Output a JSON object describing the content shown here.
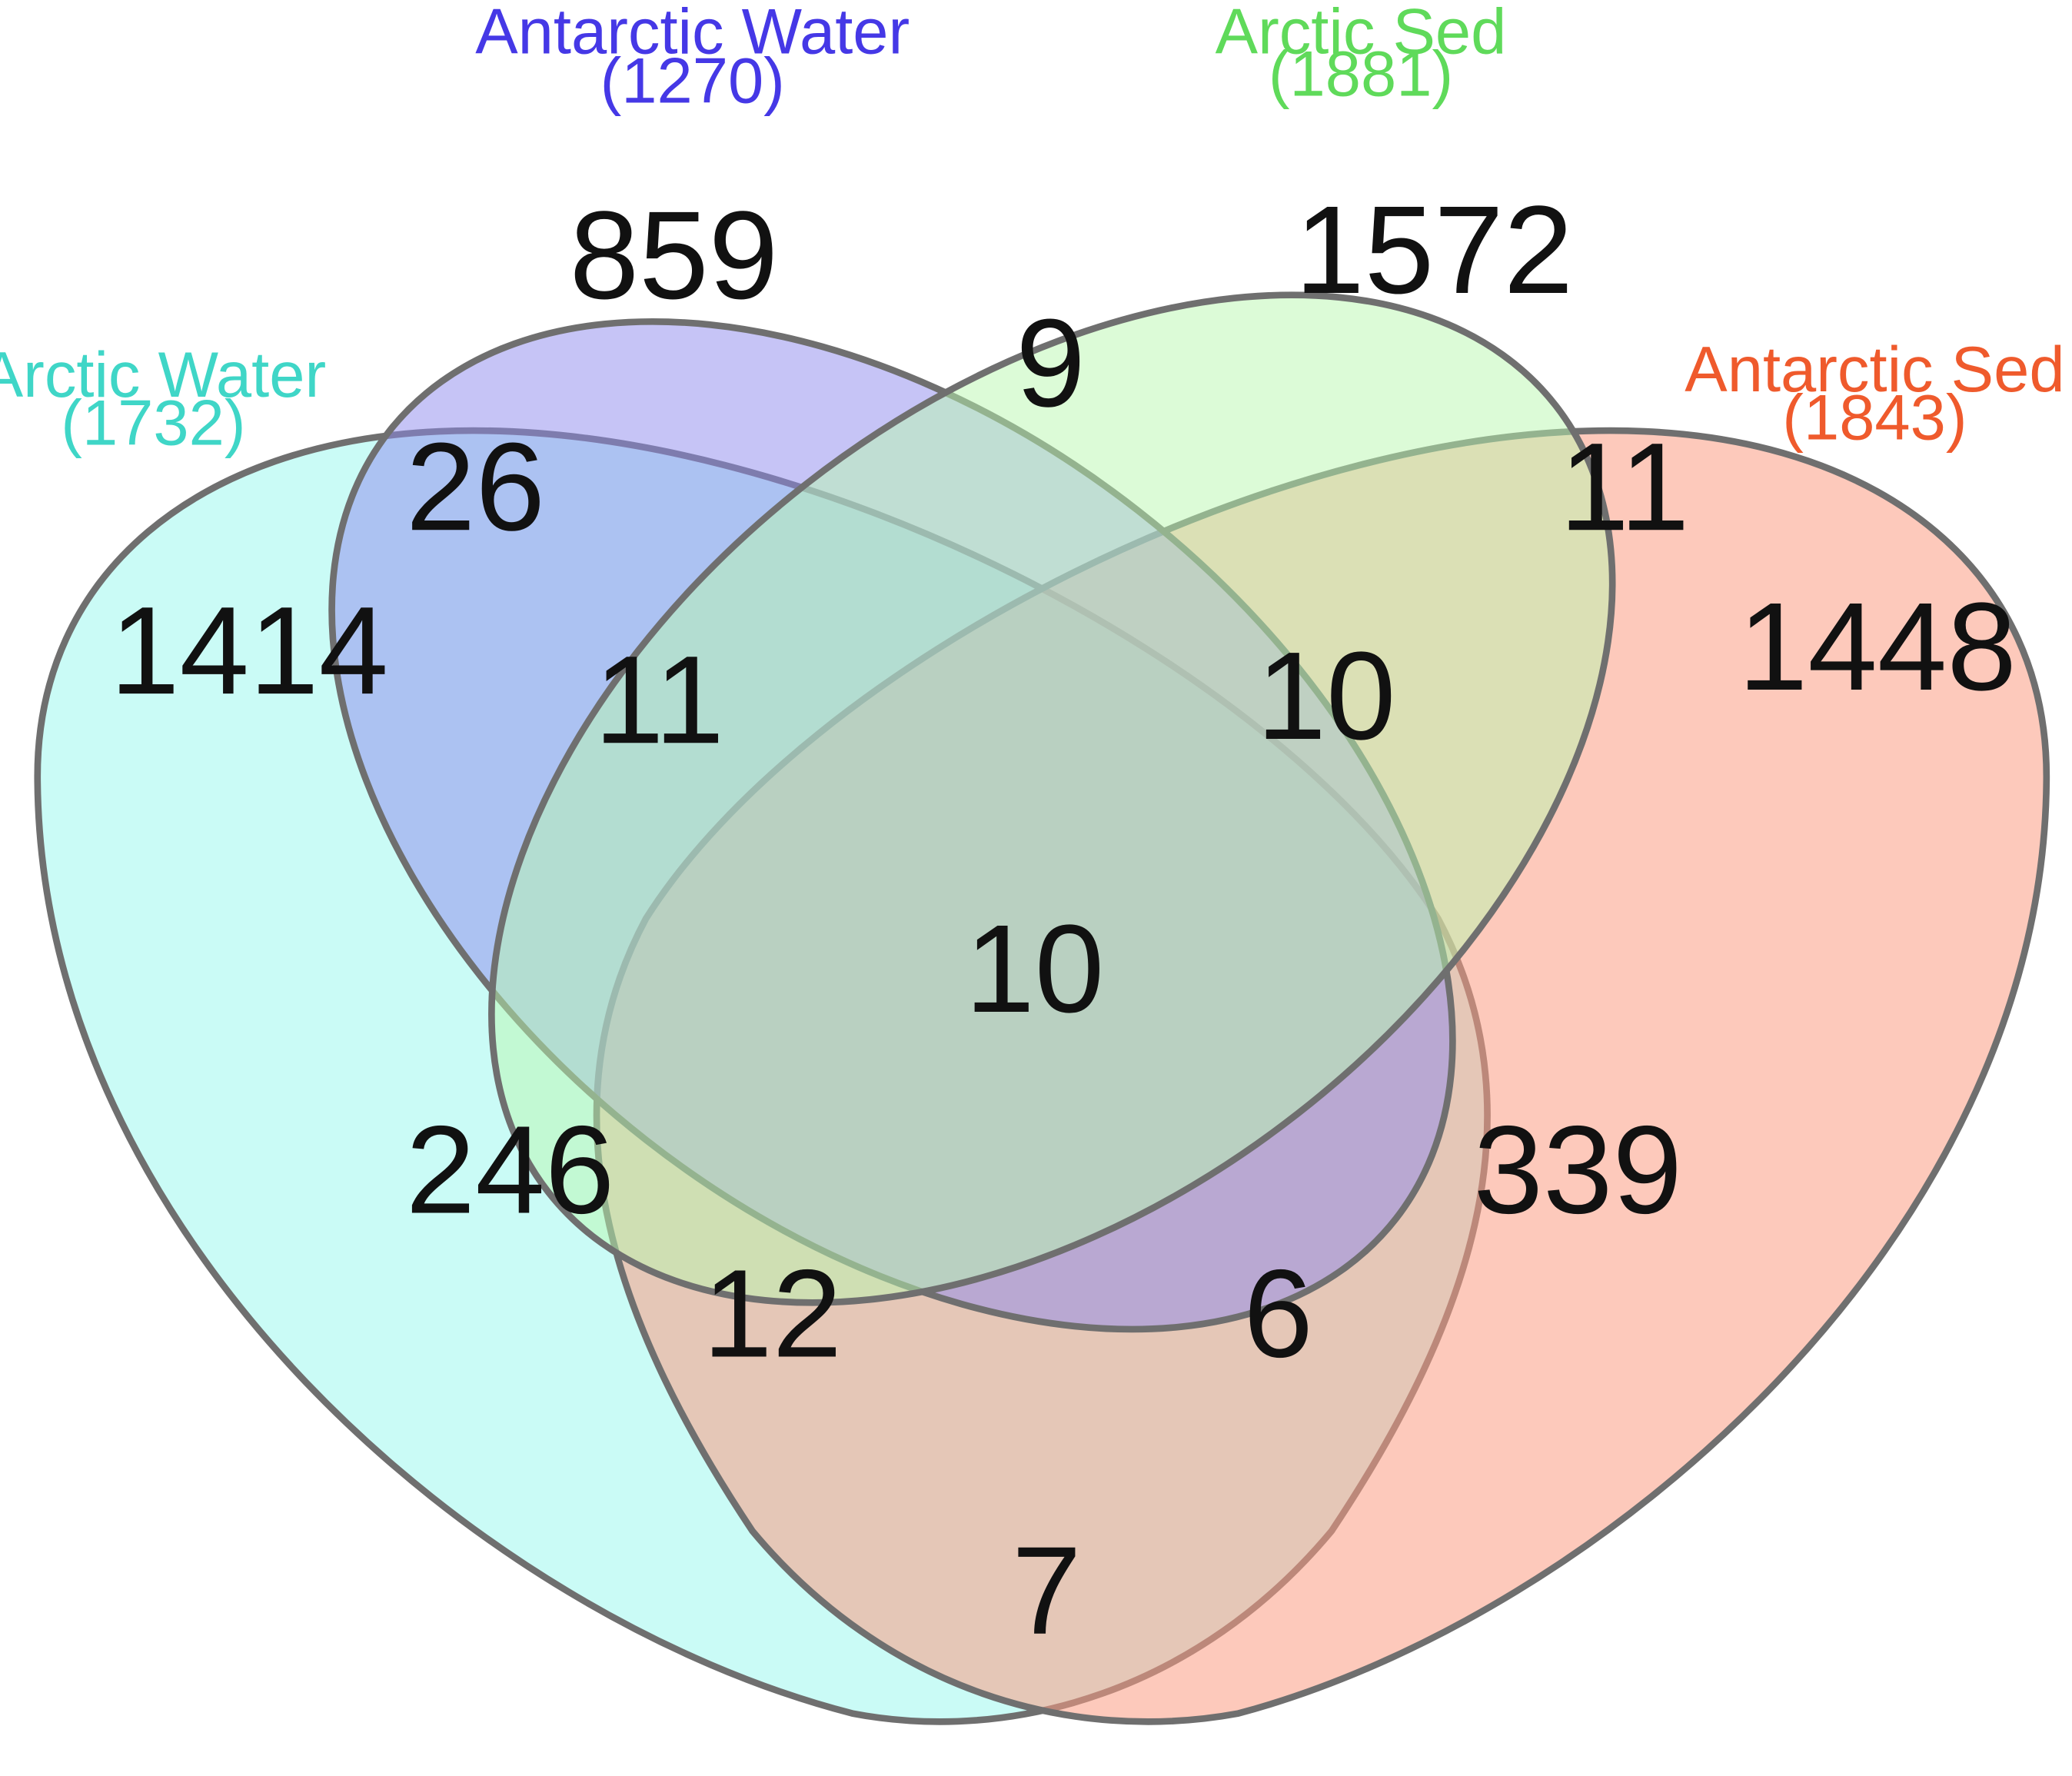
{
  "sets": {
    "arctic_water": {
      "name": "Arctic Water",
      "total": "(1732)",
      "fill": "#9ff8ee",
      "label_color": "#3fd6c7"
    },
    "antarctic_water": {
      "name": "Antarctic Water",
      "total": "(1270)",
      "fill": "#8d89ee",
      "label_color": "#4538e6"
    },
    "arctic_sed": {
      "name": "Arctic Sed",
      "total": "(1881)",
      "fill": "#b9f7af",
      "label_color": "#5fda5a"
    },
    "antarctic_sed": {
      "name": "Antarctic Sed",
      "total": "(1843)",
      "fill": "#fb9c83",
      "label_color": "#ef5a2c"
    }
  },
  "regions": {
    "antarctic_water_only": "859",
    "arctic_sed_only": "1572",
    "arctic_water_only": "1414",
    "antarctic_sed_only": "1448",
    "antarctic_water_arctic_sed": "9",
    "arctic_water_antarctic_water": "26",
    "arctic_sed_antarctic_sed": "11",
    "arctic_water_antarctic_water_arctic_sed": "11",
    "antarctic_water_arctic_sed_antarctic_sed": "10",
    "all_four": "10",
    "arctic_water_arctic_sed": "246",
    "antarctic_water_antarctic_sed": "339",
    "arctic_water_arctic_sed_antarctic_sed": "12",
    "arctic_water_antarctic_water_antarctic_sed": "6",
    "arctic_water_antarctic_sed": "7"
  }
}
